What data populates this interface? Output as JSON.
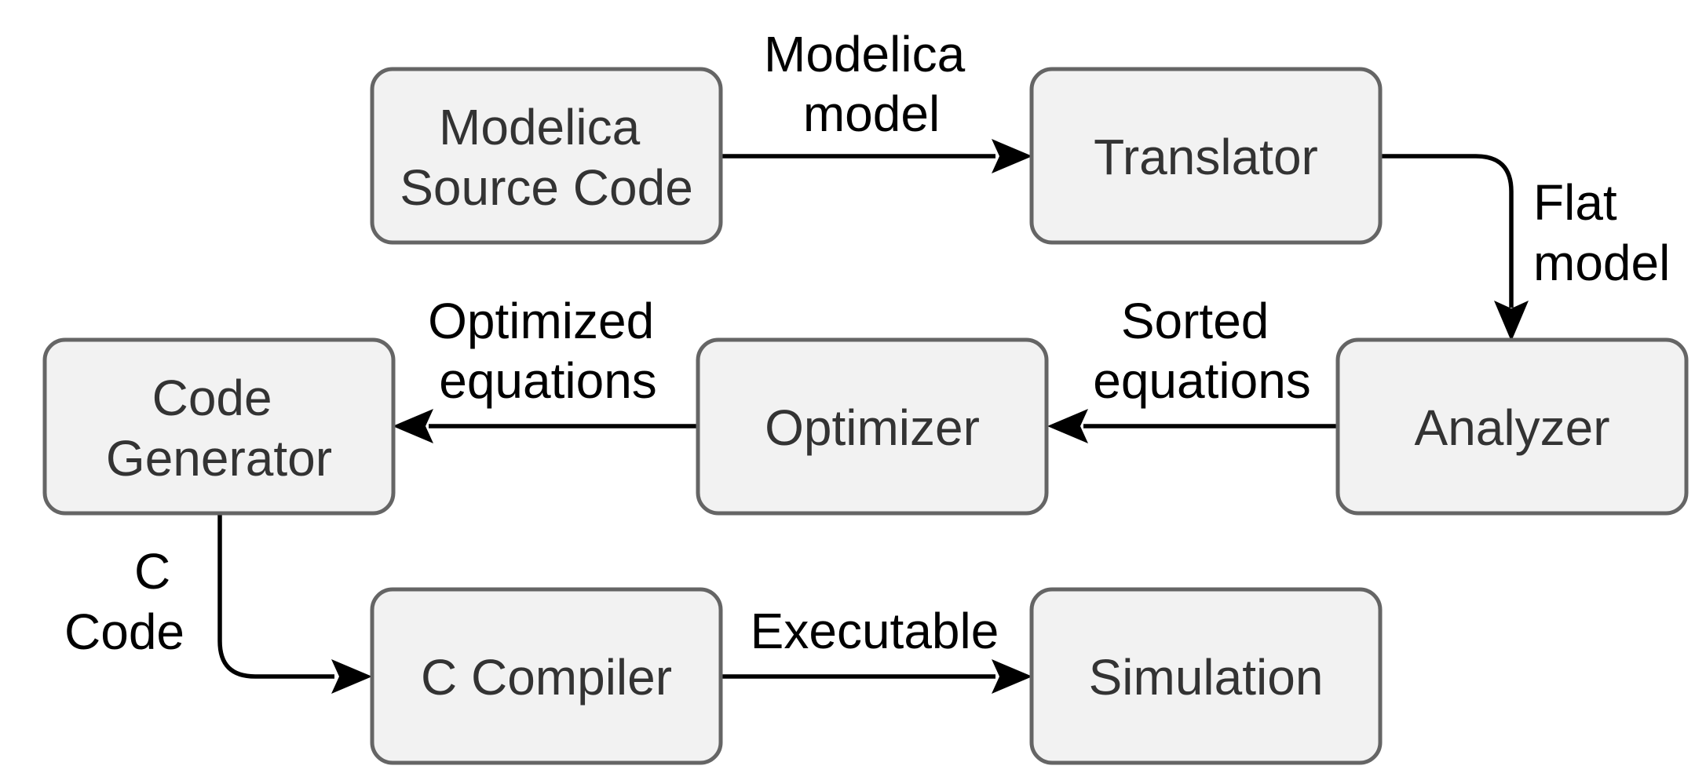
{
  "nodes": {
    "source": {
      "lines": [
        "Modelica",
        "Source Code"
      ]
    },
    "translator": {
      "lines": [
        "Translator"
      ]
    },
    "analyzer": {
      "lines": [
        "Analyzer"
      ]
    },
    "optimizer": {
      "lines": [
        "Optimizer"
      ]
    },
    "codegen": {
      "lines": [
        "Code",
        "Generator"
      ]
    },
    "compiler": {
      "lines": [
        "C Compiler"
      ]
    },
    "simulation": {
      "lines": [
        "Simulation"
      ]
    }
  },
  "edges": {
    "source_translator": {
      "lines": [
        "Modelica",
        "model"
      ]
    },
    "translator_analyzer": {
      "lines": [
        "Flat",
        "model"
      ]
    },
    "analyzer_optimizer": {
      "lines": [
        "Sorted",
        "equations"
      ]
    },
    "optimizer_codegen": {
      "lines": [
        "Optimized",
        "equations"
      ]
    },
    "codegen_compiler": {
      "lines": [
        "C",
        "Code"
      ]
    },
    "compiler_simulation": {
      "lines": [
        "Executable"
      ]
    }
  },
  "colors": {
    "node_fill": "#f2f2f2",
    "node_stroke": "#656565",
    "node_text": "#333333",
    "edge": "#000000"
  }
}
